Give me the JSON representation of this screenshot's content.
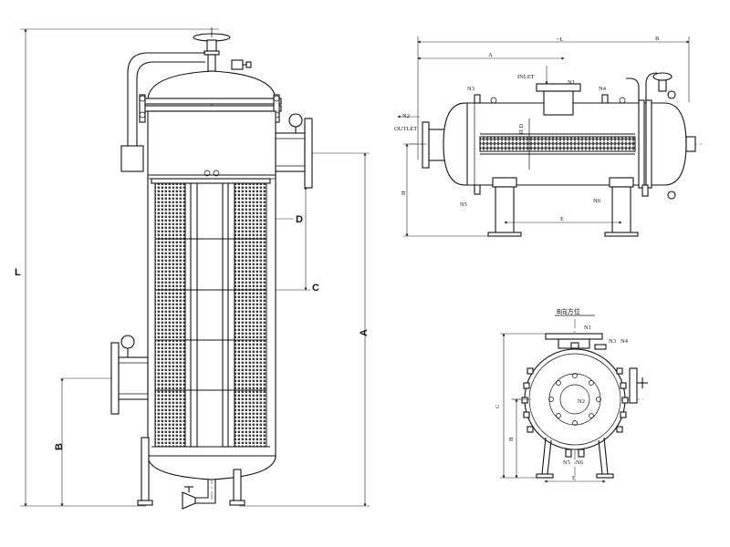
{
  "front_view": {
    "dim_labels": {
      "L": "L",
      "A": "A",
      "B": "B",
      "C": "C",
      "D": "D"
    }
  },
  "side_view": {
    "dim_labels": {
      "L": "~L",
      "A": "A",
      "B": "B",
      "E": "E",
      "H": "H"
    },
    "text": {
      "inlet": "INLET",
      "outlet": "OUTLET",
      "diameter": "Ø D"
    },
    "nozzles": {
      "N1": "N1",
      "N2": "N2",
      "N3": "N3",
      "N4": "N4",
      "N5": "N5",
      "N6": "N6"
    }
  },
  "end_view": {
    "title": "B向方位",
    "dim_labels": {
      "C": "C",
      "H": "H",
      "F": "F"
    },
    "nozzles": {
      "N1": "N1",
      "N2": "N2",
      "N3": "N3",
      "N4": "N4",
      "N5": "N5",
      "N6": "N6"
    }
  }
}
